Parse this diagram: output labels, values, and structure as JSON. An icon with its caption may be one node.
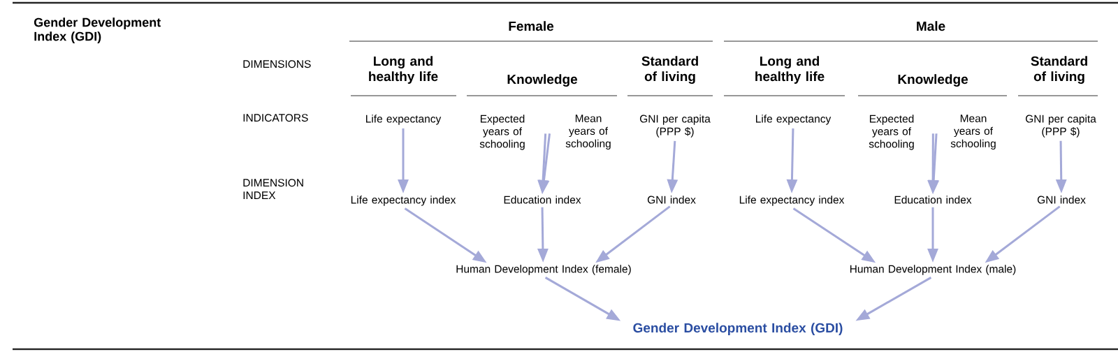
{
  "diagram": {
    "title": "Gender Development Index (GDI)",
    "nodes": [
      {
        "text": [
          "Life expectancy"
        ]
      },
      {
        "text": [
          "Expected years of schooling"
        ]
      },
      {
        "text": [
          "Mean years of schooling"
        ]
      },
      {
        "text": [
          "GNI per capita (PPP $)"
        ]
      },
      {
        "text": [
          "Life expectancy index"
        ]
      },
      {
        "text": [
          "Education index"
        ]
      },
      {
        "text": [
          "GNI index"
        ]
      },
      {
        "text": [
          "Human Development Index (female)"
        ]
      },
      {
        "text": [
          "Life expectancy"
        ]
      },
      {
        "text": [
          "Expected years of schooling"
        ]
      },
      {
        "text": [
          "Mean years of schooling"
        ]
      },
      {
        "text": [
          "GNI per capita (PPP $)"
        ]
      },
      {
        "text": [
          "Life expectancy index"
        ]
      },
      {
        "text": [
          "Education index"
        ]
      },
      {
        "text": [
          "GNI index"
        ]
      },
      {
        "text": [
          "Human Development Index (male)"
        ]
      },
      {
        "text": [
          "Gender Development Index (GDI)"
        ]
      }
    ],
    "edges": [
      {
        "from": 0,
        "to": 4,
        "arrow": "to"
      },
      {
        "from": 1,
        "to": 5,
        "arrow": "to"
      },
      {
        "from": 2,
        "to": 5,
        "arrow": "to"
      },
      {
        "from": 3,
        "to": 6,
        "arrow": "to"
      },
      {
        "from": 4,
        "to": 7,
        "arrow": "to"
      },
      {
        "from": 5,
        "to": 7,
        "arrow": "to"
      },
      {
        "from": 6,
        "to": 7,
        "arrow": "to"
      },
      {
        "from": 8,
        "to": 12,
        "arrow": "to"
      },
      {
        "from": 9,
        "to": 13,
        "arrow": "to"
      },
      {
        "from": 10,
        "to": 13,
        "arrow": "to"
      },
      {
        "from": 11,
        "to": 14,
        "arrow": "to"
      },
      {
        "from": 12,
        "to": 15,
        "arrow": "to"
      },
      {
        "from": 13,
        "to": 15,
        "arrow": "to"
      },
      {
        "from": 14,
        "to": 15,
        "arrow": "to"
      },
      {
        "from": 7,
        "to": 16,
        "arrow": "to"
      },
      {
        "from": 15,
        "to": 16,
        "arrow": "to"
      }
    ],
    "labels": [
      "Female",
      "Male",
      "DIMENSIONS",
      "Long and healthy life",
      "Knowledge",
      "Standard of living",
      "Long and healthy life",
      "Knowledge",
      "Standard of living",
      "INDICATORS",
      "DIMENSION INDEX"
    ]
  }
}
